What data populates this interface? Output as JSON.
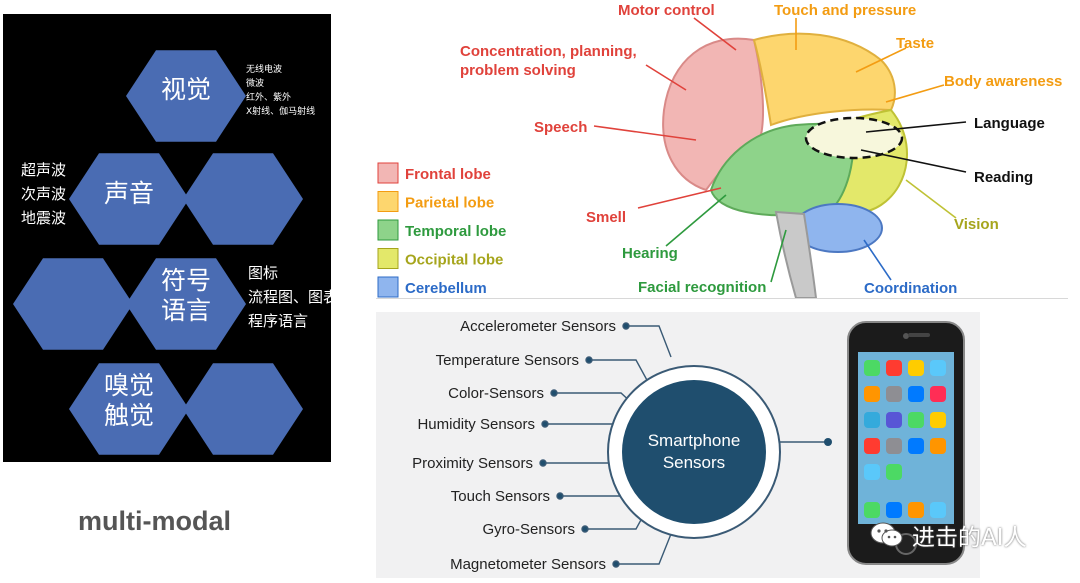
{
  "hex_panel": {
    "hexagons": [
      "视觉",
      "声音",
      "符号\n语言",
      "嗅觉\n触觉",
      "",
      "",
      ""
    ],
    "vision_notes": [
      "无线电波",
      "微波",
      "红外、紫外",
      "X射线、伽马射线"
    ],
    "sound_notes": [
      "超声波",
      "次声波",
      "地震波"
    ],
    "symbol_notes": [
      "图标",
      "流程图、图表",
      "程序语言"
    ],
    "caption": "multi-modal",
    "colors": {
      "background": "#000000",
      "hex_fill": "#4a6cb3"
    }
  },
  "brain_diagram": {
    "functions": {
      "motor": "Motor control",
      "touch": "Touch and pressure",
      "taste": "Taste",
      "concentration": "Concentration, planning,\nproblem solving",
      "body": "Body awareness",
      "speech": "Speech",
      "language": "Language",
      "reading": "Reading",
      "smell": "Smell",
      "vision": "Vision",
      "hearing": "Hearing",
      "facial": "Facial recognition",
      "coordination": "Coordination"
    },
    "legend": [
      {
        "label": "Frontal lobe",
        "color": "#f2b6b4",
        "text_color": "#e0423b"
      },
      {
        "label": "Parietal lobe",
        "color": "#fdd66e",
        "text_color": "#f39c12"
      },
      {
        "label": "Temporal lobe",
        "color": "#8ed38a",
        "text_color": "#2e9a3e"
      },
      {
        "label": "Occipital lobe",
        "color": "#e3e86a",
        "text_color": "#a6a51c"
      },
      {
        "label": "Cerebellum",
        "color": "#8fb5ee",
        "text_color": "#2c6bc7"
      }
    ]
  },
  "sensor_diagram": {
    "center": "Smartphone\nSensors",
    "sensors": [
      "Accelerometer Sensors",
      "Temperature Sensors",
      "Color-Sensors",
      "Humidity Sensors",
      "Proximity Sensors",
      "Touch Sensors",
      "Gyro-Sensors",
      "Magnetometer Sensors"
    ],
    "colors": {
      "circle": "#1f4e6e",
      "line": "#3a5a75"
    }
  },
  "watermark": {
    "text": "进击的AI人"
  }
}
